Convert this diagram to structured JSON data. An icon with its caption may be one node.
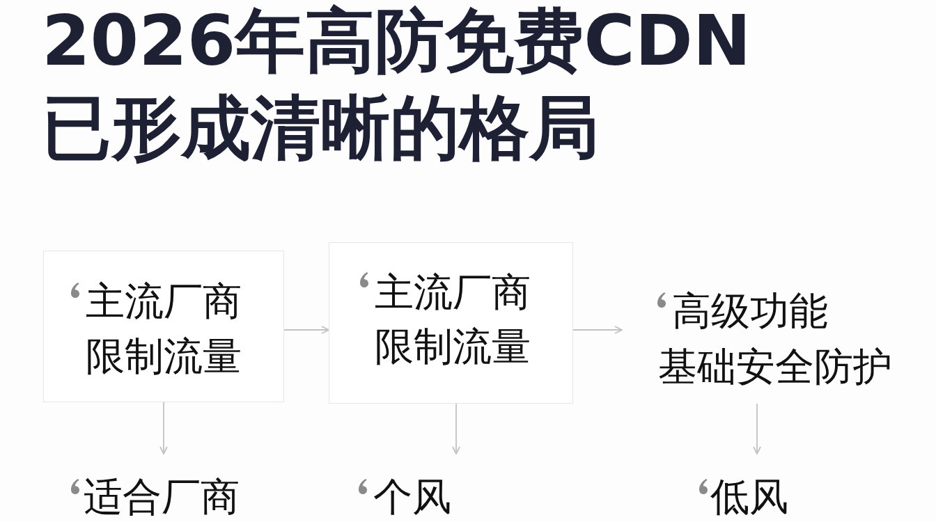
{
  "diagram": {
    "title": "2026年高防免费CDN已形成清晰的格局",
    "nodes": [
      {
        "text": [
          "主流厂商",
          "限制流量"
        ]
      },
      {
        "text": [
          "主流厂商",
          "限制流量"
        ]
      },
      {
        "text": [
          "高级功能",
          "基础安全防护"
        ]
      },
      {
        "text": [
          "适合厂商"
        ]
      },
      {
        "text": [
          "个风"
        ]
      },
      {
        "text": [
          "低风"
        ]
      }
    ],
    "edges": [
      {
        "from": 0,
        "to": 1,
        "arrow": "to"
      },
      {
        "from": 1,
        "to": 2,
        "arrow": "to"
      },
      {
        "from": 0,
        "to": 3,
        "arrow": "to"
      },
      {
        "from": 1,
        "to": 4,
        "arrow": "to"
      },
      {
        "from": 2,
        "to": 5,
        "arrow": "to"
      }
    ]
  }
}
